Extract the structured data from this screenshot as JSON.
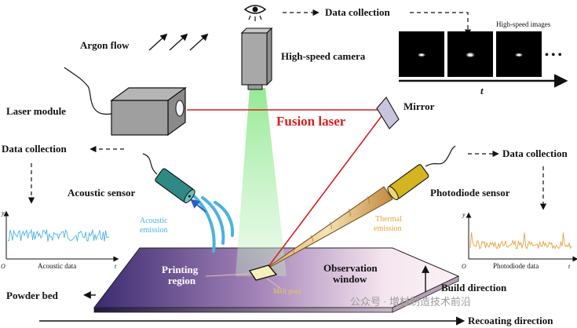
{
  "labels": {
    "argon_flow": "Argon flow",
    "laser_module": "Laser module",
    "high_speed_camera": "High-speed camera",
    "data_collection_top": "Data collection",
    "high_speed_images": "High-speed images",
    "time_axis": "t",
    "mirror": "Mirror",
    "fusion_laser": "Fusion laser",
    "data_collection_left": "Data collection",
    "acoustic_sensor": "Acoustic sensor",
    "acoustic_emission_1": "Acoustic",
    "acoustic_emission_2": "emission",
    "thermal_emission_1": "Thermal",
    "thermal_emission_2": "emission",
    "data_collection_right": "Data collection",
    "photodiode_sensor": "Photodiode sensor",
    "printing_region_1": "Printing",
    "printing_region_2": "region",
    "observation_window_1": "Observation",
    "observation_window_2": "window",
    "melt_pool": "Melt pool",
    "build_direction": "Build direction",
    "powder_bed": "Powder bed",
    "recoating_direction": "Recoating direction",
    "acoustic_data": "Acoustic data",
    "photodiode_data": "Photodiode data",
    "axis_y": "y",
    "axis_t": "t",
    "axis_o": "O",
    "watermark": "公众号 · 增材制造技术前沿",
    "ellipsis": "• • •"
  },
  "colors": {
    "laser": "#d42020",
    "camera_beam": "#7fe07f",
    "acoustic": "#4ab3e0",
    "thermal": "#e8a040",
    "bed_dark": "#3a2a6e",
    "bed_light": "#f3e4ef"
  }
}
